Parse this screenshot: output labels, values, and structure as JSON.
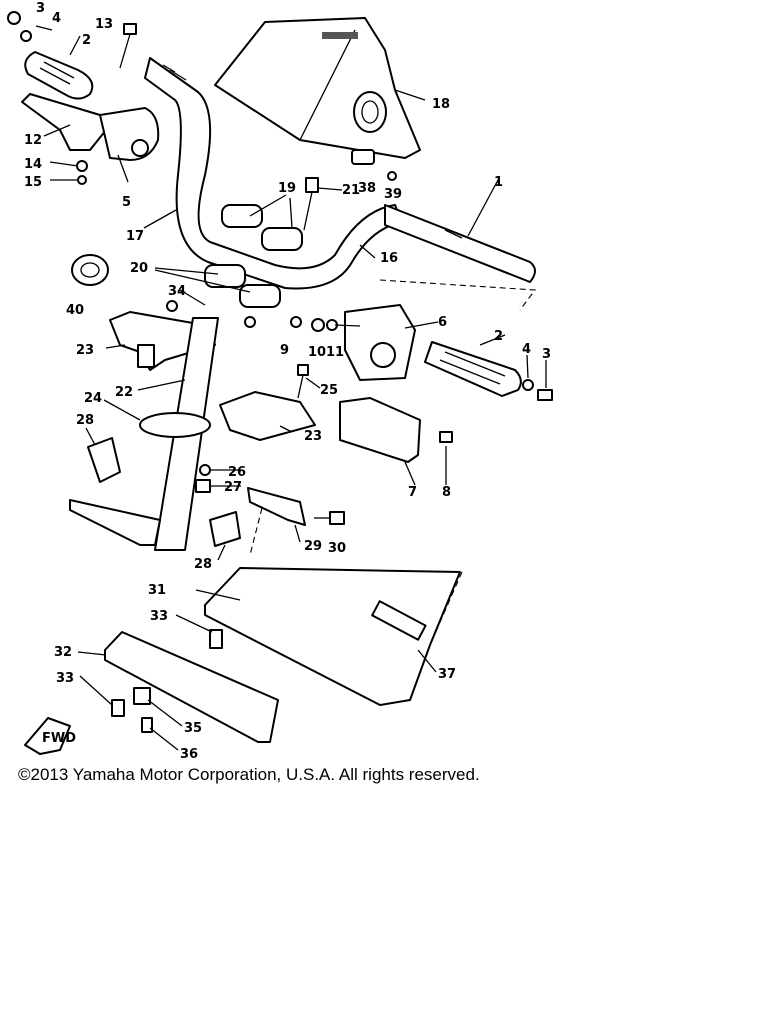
{
  "callouts": {
    "c1": "1",
    "c2a": "2",
    "c2b": "2",
    "c3a": "3",
    "c3b": "3",
    "c4a": "4",
    "c4b": "4",
    "c5": "5",
    "c6": "6",
    "c7": "7",
    "c8": "8",
    "c9": "9",
    "c10": "10",
    "c11": "11",
    "c12": "12",
    "c13": "13",
    "c14": "14",
    "c15": "15",
    "c16": "16",
    "c17": "17",
    "c18": "18",
    "c19": "19",
    "c20": "20",
    "c21": "21",
    "c22": "22",
    "c23a": "23",
    "c23b": "23",
    "c24": "24",
    "c25": "25",
    "c26": "26",
    "c27": "27",
    "c28a": "28",
    "c28b": "28",
    "c29": "29",
    "c30": "30",
    "c31": "31",
    "c32": "32",
    "c33a": "33",
    "c33b": "33",
    "c34": "34",
    "c35": "35",
    "c36": "36",
    "c37": "37",
    "c38": "38",
    "c39": "39",
    "c40": "40"
  },
  "fwd_label": "FWD",
  "copyright": "©2013 Yamaha Motor Corporation, U.S.A. All rights reserved."
}
